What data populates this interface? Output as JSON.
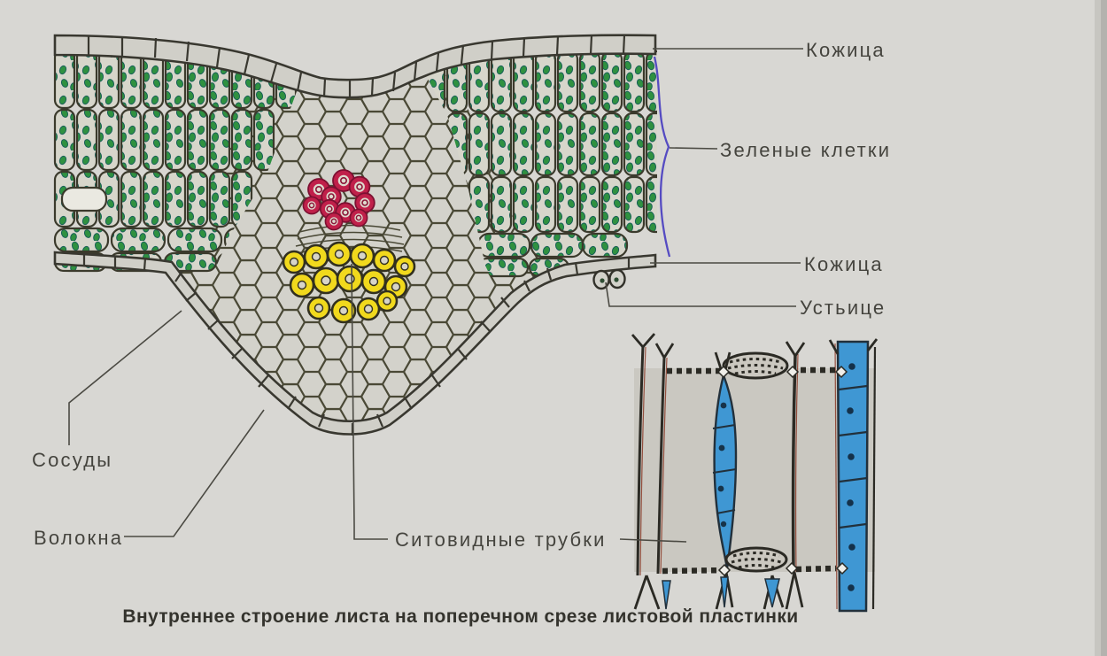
{
  "figure": {
    "caption": "Внутреннее строение листа на поперечном срезе листовой пластинки",
    "labels": {
      "skin_top": "Кожица",
      "green_cells": "Зеленые клетки",
      "skin_bottom": "Кожица",
      "stoma": "Устьице",
      "vessels": "Сосуды",
      "fibers": "Волокна",
      "sieve_tubes": "Ситовидные трубки"
    },
    "colors": {
      "background": "#d8d7d3",
      "cell_fill": "#d3d2cb",
      "cell_wall": "#3a392c",
      "chloroplast_green": "#2f9140",
      "vessel_red": "#c0204a",
      "sieve_tube_yellow": "#f1d91d",
      "sieve_tube_blue": "#3f97d3",
      "annotation_ink": "#4a3fc0",
      "leader_line": "#4b4a43"
    }
  }
}
